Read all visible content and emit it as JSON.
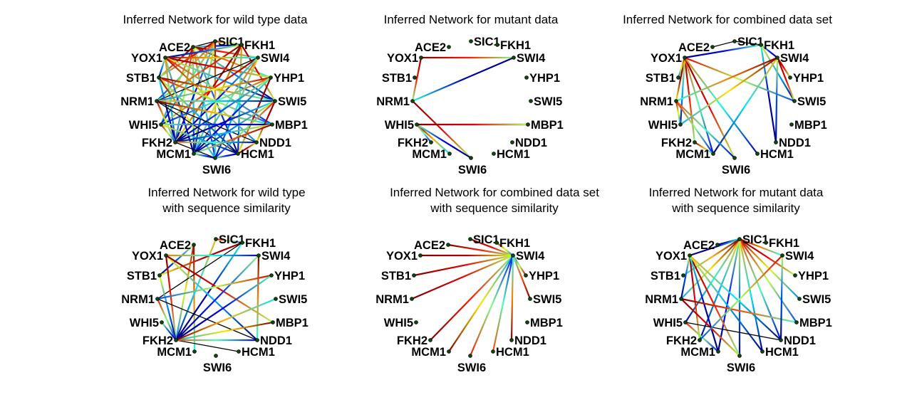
{
  "figure": {
    "panels": [
      {
        "title_lines": [
          "Inferred Network for wild type data"
        ],
        "edges": [
          [
            "ACE2",
            "SIC1",
            0.0
          ],
          [
            "ACE2",
            "FKH1",
            0.15
          ],
          [
            "ACE2",
            "SWI4",
            0.85
          ],
          [
            "ACE2",
            "YHP1",
            0.75
          ],
          [
            "ACE2",
            "SWI5",
            0.25
          ],
          [
            "ACE2",
            "STB1",
            0.9
          ],
          [
            "ACE2",
            "MCM1",
            0.35
          ],
          [
            "ACE2",
            "FKH2",
            0.55
          ],
          [
            "ACE2",
            "WHI5",
            0.6
          ],
          [
            "ACE2",
            "SWI6",
            0.45
          ],
          [
            "ACE2",
            "HCM1",
            0.2
          ],
          [
            "SIC1",
            "FKH1",
            0.6
          ],
          [
            "SIC1",
            "STB1",
            0.85
          ],
          [
            "SIC1",
            "NRM1",
            0.5
          ],
          [
            "SIC1",
            "FKH2",
            0.1
          ],
          [
            "SIC1",
            "MCM1",
            0.3
          ],
          [
            "SIC1",
            "WHI5",
            0.4
          ],
          [
            "SIC1",
            "SWI6",
            0.7
          ],
          [
            "FKH1",
            "YOX1",
            0.2
          ],
          [
            "FKH1",
            "SWI5",
            0.9
          ],
          [
            "FKH1",
            "NRM1",
            0.8
          ],
          [
            "FKH1",
            "FKH2",
            0.95
          ],
          [
            "FKH1",
            "MCM1",
            0.65
          ],
          [
            "FKH1",
            "HCM1",
            0.4
          ],
          [
            "YOX1",
            "SWI4",
            0.7
          ],
          [
            "YOX1",
            "YHP1",
            0.9
          ],
          [
            "YOX1",
            "SWI5",
            0.3
          ],
          [
            "YOX1",
            "MBP1",
            0.5
          ],
          [
            "YOX1",
            "NDD1",
            0.6
          ],
          [
            "YOX1",
            "MCM1",
            0.15
          ],
          [
            "YOX1",
            "FKH2",
            0.4
          ],
          [
            "YOX1",
            "STB1",
            0.25
          ],
          [
            "SWI4",
            "NRM1",
            0.0
          ],
          [
            "SWI4",
            "WHI5",
            0.85
          ],
          [
            "SWI4",
            "MCM1",
            0.45
          ],
          [
            "SWI4",
            "SWI6",
            0.35
          ],
          [
            "SWI4",
            "FKH2",
            0.1
          ],
          [
            "STB1",
            "SWI5",
            0.75
          ],
          [
            "STB1",
            "MBP1",
            0.55
          ],
          [
            "STB1",
            "FKH2",
            0.05
          ],
          [
            "STB1",
            "HCM1",
            0.3
          ],
          [
            "STB1",
            "SWI6",
            0.65
          ],
          [
            "YHP1",
            "NRM1",
            0.6
          ],
          [
            "YHP1",
            "WHI5",
            0.45
          ],
          [
            "YHP1",
            "FKH2",
            0.2
          ],
          [
            "YHP1",
            "MCM1",
            0.1
          ],
          [
            "YHP1",
            "HCM1",
            0.95
          ],
          [
            "NRM1",
            "SWI5",
            0.35
          ],
          [
            "NRM1",
            "NDD1",
            0.0
          ],
          [
            "NRM1",
            "HCM1",
            0.0
          ],
          [
            "NRM1",
            "MBP1",
            0.7
          ],
          [
            "NRM1",
            "FKH2",
            0.6
          ],
          [
            "SWI5",
            "FKH2",
            0.05
          ],
          [
            "SWI5",
            "MCM1",
            0.25
          ],
          [
            "SWI5",
            "NDD1",
            0.95
          ],
          [
            "SWI5",
            "SWI6",
            0.5
          ],
          [
            "WHI5",
            "MBP1",
            0.15
          ],
          [
            "WHI5",
            "FKH2",
            0.55
          ],
          [
            "WHI5",
            "HCM1",
            0.3
          ],
          [
            "MBP1",
            "FKH2",
            0.3
          ],
          [
            "MBP1",
            "MCM1",
            0.8
          ],
          [
            "FKH2",
            "NDD1",
            0.4
          ],
          [
            "FKH2",
            "SWI6",
            0.0
          ],
          [
            "MCM1",
            "SWI6",
            0.2
          ],
          [
            "SWI6",
            "HCM1",
            0.15
          ],
          [
            "HCM1",
            "NDD1",
            0.95
          ]
        ]
      },
      {
        "title_lines": [
          "Inferred Network for mutant data"
        ],
        "edges": [
          [
            "YOX1",
            "SWI4",
            0.85
          ],
          [
            "NRM1",
            "SWI4",
            0.05
          ],
          [
            "NRM1",
            "SWI6",
            0.9
          ],
          [
            "YOX1",
            "NRM1",
            0.85
          ],
          [
            "WHI5",
            "MBP1",
            0.2
          ],
          [
            "WHI5",
            "MCM1",
            0.7
          ],
          [
            "WHI5",
            "SWI6",
            0.1
          ],
          [
            "WHI5",
            "FKH2",
            0.45
          ],
          [
            "WHI5",
            "MBP1",
            0.9
          ]
        ]
      },
      {
        "title_lines": [
          "Inferred Network for combined data set"
        ],
        "edges": [
          [
            "ACE2",
            "SIC1",
            0.0
          ],
          [
            "SIC1",
            "FKH1",
            0.0
          ],
          [
            "FKH1",
            "YOX1",
            0.1
          ],
          [
            "FKH1",
            "SWI4",
            0.15
          ],
          [
            "FKH1",
            "NDD1",
            0.05
          ],
          [
            "FKH1",
            "SWI5",
            0.3
          ],
          [
            "YOX1",
            "NRM1",
            0.95
          ],
          [
            "YOX1",
            "FKH2",
            0.85
          ],
          [
            "YOX1",
            "WHI5",
            0.3
          ],
          [
            "YOX1",
            "MCM1",
            0.45
          ],
          [
            "YOX1",
            "SWI6",
            0.9
          ],
          [
            "YOX1",
            "HCM1",
            0.4
          ],
          [
            "YOX1",
            "SWI5",
            0.55
          ],
          [
            "YOX1",
            "STB1",
            0.6
          ],
          [
            "SWI4",
            "YHP1",
            0.9
          ],
          [
            "SWI4",
            "SWI5",
            0.9
          ],
          [
            "SWI4",
            "NDD1",
            0.2
          ],
          [
            "SWI4",
            "MCM1",
            0.35
          ],
          [
            "SWI4",
            "WHI5",
            0.65
          ],
          [
            "SWI4",
            "NRM1",
            0.75
          ],
          [
            "NRM1",
            "WHI5",
            0.6
          ],
          [
            "NRM1",
            "MCM1",
            0.5
          ],
          [
            "NRM1",
            "SWI6",
            0.45
          ],
          [
            "FKH2",
            "MCM1",
            0.7
          ]
        ]
      },
      {
        "title_lines": [
          "Inferred Network for wild type",
          "with sequence similarity"
        ],
        "edges": [
          [
            "ACE2",
            "MCM1",
            0.75
          ],
          [
            "ACE2",
            "STB1",
            0.2
          ],
          [
            "ACE2",
            "FKH2",
            0.6
          ],
          [
            "SIC1",
            "FKH1",
            0.55
          ],
          [
            "SIC1",
            "FKH2",
            0.35
          ],
          [
            "FKH1",
            "FKH2",
            0.05
          ],
          [
            "FKH1",
            "STB1",
            0.95
          ],
          [
            "FKH1",
            "NRM1",
            0.0
          ],
          [
            "YOX1",
            "SWI4",
            0.4
          ],
          [
            "YOX1",
            "FKH2",
            0.85
          ],
          [
            "YOX1",
            "NDD1",
            0.3
          ],
          [
            "YOX1",
            "MBP1",
            0.9
          ],
          [
            "SWI4",
            "NDD1",
            0.75
          ],
          [
            "SWI4",
            "FKH2",
            0.15
          ],
          [
            "STB1",
            "FKH2",
            0.25
          ],
          [
            "YHP1",
            "NRM1",
            0.55
          ],
          [
            "YHP1",
            "FKH2",
            0.1
          ],
          [
            "NRM1",
            "NDD1",
            0.0
          ],
          [
            "NRM1",
            "FKH2",
            0.5
          ],
          [
            "MBP1",
            "FKH2",
            0.65
          ],
          [
            "WHI5",
            "FKH2",
            0.2
          ],
          [
            "FKH2",
            "HCM1",
            0.0
          ],
          [
            "FKH2",
            "NDD1",
            0.45
          ],
          [
            "FKH2",
            "SWI5",
            0.7
          ]
        ]
      },
      {
        "title_lines": [
          "Inferred Network for combined data set",
          "with sequence similarity"
        ],
        "edges": [
          [
            "ACE2",
            "SWI4",
            0.85
          ],
          [
            "SIC1",
            "SWI4",
            0.9
          ],
          [
            "FKH1",
            "SWI4",
            0.6
          ],
          [
            "YOX1",
            "SWI4",
            0.95
          ],
          [
            "STB1",
            "SWI4",
            0.9
          ],
          [
            "NRM1",
            "SWI4",
            0.9
          ],
          [
            "FKH2",
            "SWI4",
            0.85
          ],
          [
            "MCM1",
            "SWI4",
            0.65
          ],
          [
            "SWI6",
            "SWI4",
            0.5
          ],
          [
            "HCM1",
            "SWI4",
            0.45
          ],
          [
            "NDD1",
            "SWI4",
            0.75
          ],
          [
            "YHP1",
            "SWI4",
            0.55
          ],
          [
            "SWI5",
            "SWI4",
            0.8
          ]
        ]
      },
      {
        "title_lines": [
          "Inferred Network for mutant data",
          "with sequence similarity"
        ],
        "edges": [
          [
            "ACE2",
            "SIC1",
            0.1
          ],
          [
            "SIC1",
            "ACE2",
            0.05
          ],
          [
            "SIC1",
            "YOX1",
            0.05
          ],
          [
            "SIC1",
            "SWI4",
            0.75
          ],
          [
            "SIC1",
            "YHP1",
            0.9
          ],
          [
            "SIC1",
            "SWI5",
            0.6
          ],
          [
            "SIC1",
            "MBP1",
            0.55
          ],
          [
            "SIC1",
            "NDD1",
            0.45
          ],
          [
            "SIC1",
            "HCM1",
            0.35
          ],
          [
            "SIC1",
            "SWI6",
            0.25
          ],
          [
            "SIC1",
            "MCM1",
            0.15
          ],
          [
            "SIC1",
            "FKH2",
            0.3
          ],
          [
            "SIC1",
            "WHI5",
            0.4
          ],
          [
            "SIC1",
            "NRM1",
            0.65
          ],
          [
            "SIC1",
            "STB1",
            0.7
          ],
          [
            "YOX1",
            "NRM1",
            0.2
          ],
          [
            "YOX1",
            "FKH2",
            0.9
          ],
          [
            "YOX1",
            "SWI6",
            0.85
          ],
          [
            "YOX1",
            "MCM1",
            0.05
          ],
          [
            "YOX1",
            "HCM1",
            0.3
          ],
          [
            "YOX1",
            "NDD1",
            0.35
          ],
          [
            "NRM1",
            "MBP1",
            0.8
          ],
          [
            "NRM1",
            "SWI6",
            0.9
          ],
          [
            "WHI5",
            "NDD1",
            0.0
          ],
          [
            "WHI5",
            "MCM1",
            0.5
          ],
          [
            "SWI4",
            "NDD1",
            0.2
          ],
          [
            "SWI4",
            "FKH2",
            0.55
          ]
        ]
      }
    ],
    "nodes": [
      "ACE2",
      "SIC1",
      "FKH1",
      "YOX1",
      "SWI4",
      "STB1",
      "YHP1",
      "NRM1",
      "SWI5",
      "WHI5",
      "MBP1",
      "FKH2",
      "NDD1",
      "MCM1",
      "HCM1",
      "SWI6"
    ]
  }
}
